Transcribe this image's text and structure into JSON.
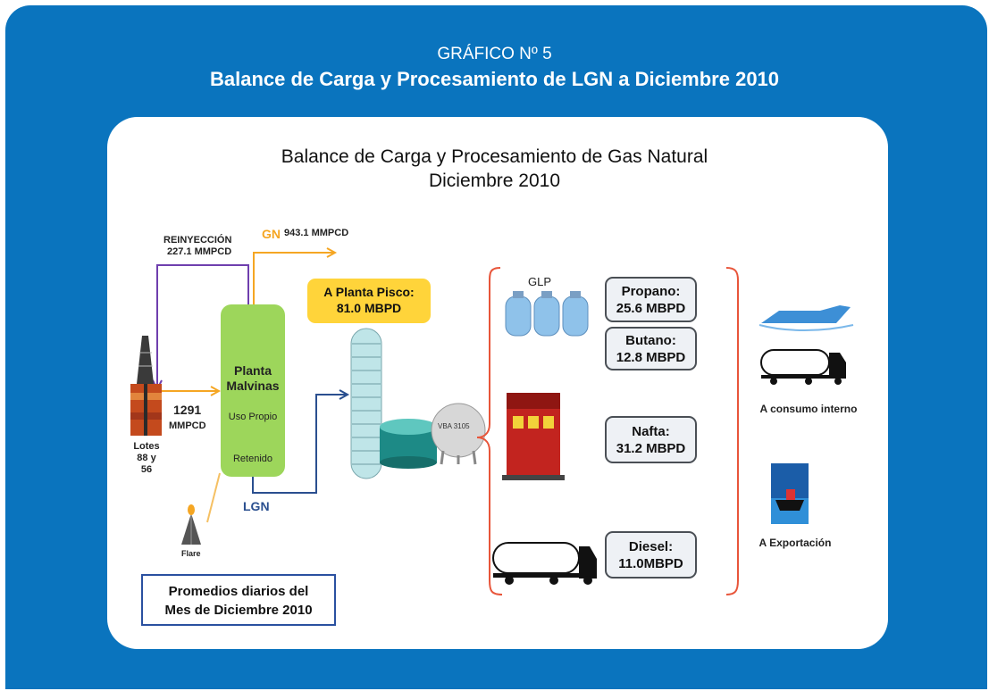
{
  "header": {
    "label": "GRÁFICO Nº 5",
    "title": "Balance de Carga y Procesamiento de LGN a Diciembre 2010"
  },
  "diagram": {
    "title_line1": "Balance de Carga y Procesamiento de Gas Natural",
    "title_line2": "Diciembre 2010",
    "reinyeccion_label": "REINYECCIÓN",
    "reinyeccion_value": "227.1 MMPCD",
    "gn_label": "GN",
    "gn_value": "943.1 MMPCD",
    "lotes_value": "1291",
    "lotes_unit": "MMPCD",
    "lotes_label_1": "Lotes",
    "lotes_label_2": "88 y",
    "lotes_label_3": "56",
    "flare_label": "Flare",
    "planta_name_1": "Planta",
    "planta_name_2": "Malvinas",
    "planta_uso": "Uso Propio",
    "planta_retenido": "Retenido",
    "lgn_label": "LGN",
    "pisco_line1": "A Planta Pisco:",
    "pisco_line2": "81.0 MBPD",
    "tank_label": "VBA 3105",
    "glp_label": "GLP",
    "propano_line1": "Propano:",
    "propano_line2": "25.6 MBPD",
    "butano_line1": "Butano:",
    "butano_line2": "12.8 MBPD",
    "nafta_line1": "Nafta:",
    "nafta_line2": "31.2 MBPD",
    "diesel_line1": "Diesel:",
    "diesel_line2": "11.0MBPD",
    "consumo_label": "A consumo interno",
    "exportacion_label": "A Exportación",
    "note_line1": "Promedios diarios del",
    "note_line2": "Mes de Diciembre 2010"
  },
  "colors": {
    "panel_blue": "#0a74be",
    "plant_green": "#9dd65b",
    "pisco_yellow": "#ffd43a",
    "gn_orange": "#f5a623",
    "lgn_blue": "#2a4f8f",
    "reinjection_purple": "#6f3fae",
    "bracket_red": "#e8553a"
  }
}
